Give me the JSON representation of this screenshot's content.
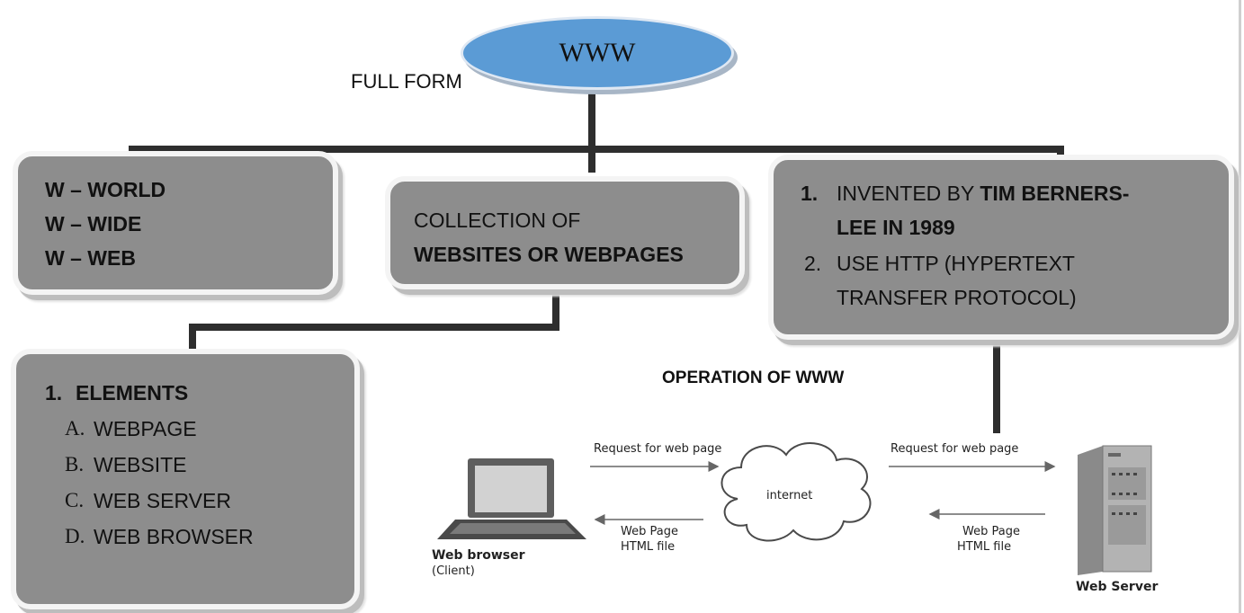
{
  "root": {
    "label": "WWW"
  },
  "full_form_label": "FULL FORM",
  "full_form_box": {
    "lines": [
      "W – WORLD",
      "W – WIDE",
      "W – WEB"
    ]
  },
  "collection_box": {
    "line1": "COLLECTION OF",
    "line2": "WEBSITES OR WEBPAGES"
  },
  "history_box": {
    "item1_num": "1.",
    "item1_plain": "INVENTED BY",
    "item1_bold_a": "TIM BERNERS-",
    "item1_bold_b": "LEE IN 1989",
    "item2_num": "2.",
    "item2_line1": "USE HTTP (HYPERTEXT",
    "item2_line2": "TRANSFER PROTOCOL)"
  },
  "elements_box": {
    "heading_num": "1.",
    "heading": "ELEMENTS",
    "items": [
      {
        "letter": "A.",
        "text": "WEBPAGE"
      },
      {
        "letter": "B.",
        "text": "WEBSITE"
      },
      {
        "letter": "C.",
        "text": "WEB SERVER"
      },
      {
        "letter": "D.",
        "text": "WEB BROWSER"
      }
    ]
  },
  "operation": {
    "title": "OPERATION OF WWW",
    "request_left": "Request for web page",
    "request_right": "Request for web page",
    "response_left_1": "Web Page",
    "response_left_2": "HTML file",
    "response_right_1": "Web Page",
    "response_right_2": "HTML file",
    "cloud_label": "internet",
    "browser_label": "Web browser",
    "browser_sub": "(Client)",
    "server_label": "Web Server"
  }
}
